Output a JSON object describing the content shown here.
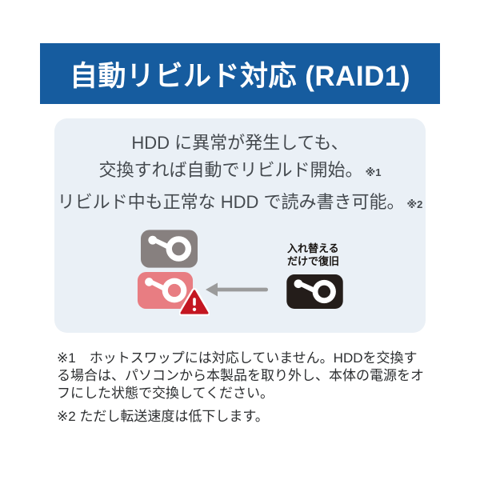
{
  "colors": {
    "header_bg": "#165c9f",
    "header_text": "#ffffff",
    "panel_bg": "#eaf0f6",
    "body_text": "#454a4f",
    "footnote_text": "#2c2e30",
    "hdd_normal": "#87807f",
    "hdd_error": "#e87d82",
    "hdd_replacement": "#241d1a",
    "warning_red": "#c41621",
    "arrow_gray": "#9b9b9b"
  },
  "header": {
    "title": "自動リビルド対応 (RAID1)"
  },
  "panel": {
    "lines": [
      {
        "text": "HDD に異常が発生しても、",
        "note": ""
      },
      {
        "text": "交換すれば自動でリビルド開始。",
        "note": "※1"
      },
      {
        "text": "リビルド中も正常な HDD で読み書き可能。",
        "note": "※2"
      }
    ],
    "callout": {
      "line1": "入れ替える",
      "line2": "だけで復旧"
    }
  },
  "footnotes": [
    "※1　ホットスワップには対応していません。HDDを交換する場合は、パソコンから本製品を取り外し、本体の電源をオフにした状態で交換してください。",
    "※2 ただし転送速度は低下します。"
  ]
}
